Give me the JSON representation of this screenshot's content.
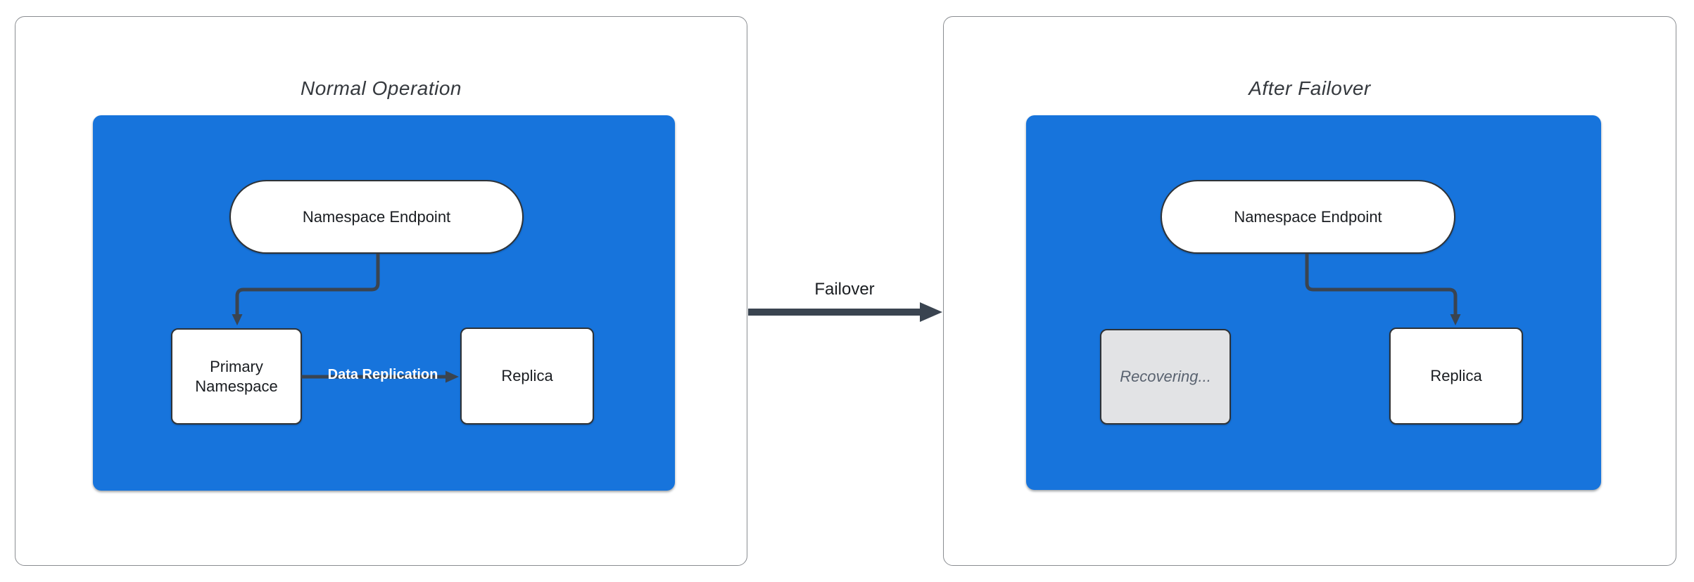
{
  "diagram": {
    "panels": [
      {
        "title": "Normal Operation",
        "nodes": {
          "endpoint": "Namespace Endpoint",
          "primary": "Primary Namespace",
          "replica": "Replica"
        },
        "edges": {
          "replication_label": "Data Replication"
        }
      },
      {
        "title": "After Failover",
        "nodes": {
          "endpoint": "Namespace Endpoint",
          "recovering": "Recovering...",
          "replica": "Replica"
        }
      }
    ],
    "failover_edge_label": "Failover"
  },
  "colors": {
    "container_fill": "#1774DC",
    "node_fill": "#FFFFFF",
    "node_border": "#2F3337",
    "recovering_fill": "#E2E3E5",
    "recovering_text": "#5A6370",
    "connector": "#3A4450",
    "edge_label_text": "#FFFFFF",
    "title_text": "#35393E",
    "node_text": "#1A1D21",
    "panel_border": "#8A8D91",
    "background": "#FFFFFF"
  }
}
